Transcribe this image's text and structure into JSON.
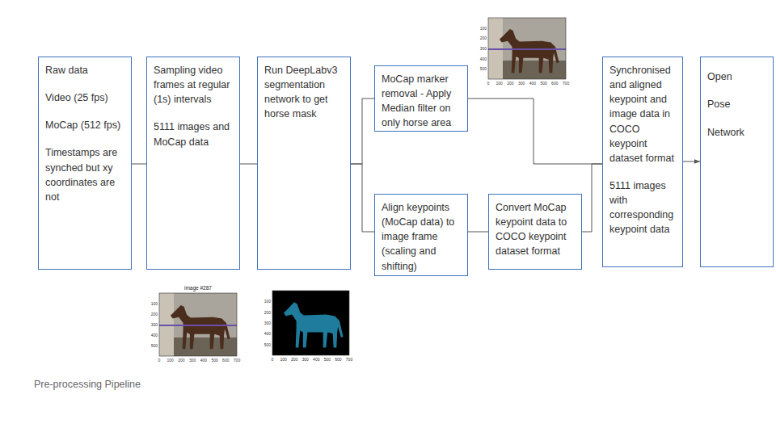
{
  "diagram": {
    "caption": "Pre-processing Pipeline",
    "nodes": [
      {
        "text": [
          "Raw data",
          "Video (25 fps)",
          "MoCap (512 fps)",
          "Timestamps are synched but xy coordinates are not"
        ]
      },
      {
        "text": [
          "Sampling video frames at regular (1s) intervals",
          "5111 images and MoCap data"
        ]
      },
      {
        "text": [
          "Run DeepLabv3 segmentation network to get horse mask"
        ]
      },
      {
        "text": [
          "MoCap marker removal - Apply Median filter on only horse area"
        ]
      },
      {
        "text": [
          "Align keypoints (MoCap data) to image frame (scaling and shifting)"
        ]
      },
      {
        "text": [
          "Convert MoCap keypoint data to COCO keypoint dataset format"
        ]
      },
      {
        "text": [
          "Synchronised and aligned keypoint and image data in COCO keypoint dataset format",
          "5111 images with corresponding keypoint data"
        ]
      },
      {
        "text": [
          "Open Pose Network"
        ]
      }
    ],
    "edges": [
      {
        "from": 0,
        "to": 1,
        "arrow": "none"
      },
      {
        "from": 1,
        "to": 2,
        "arrow": "none"
      },
      {
        "from": 2,
        "to": 3,
        "arrow": "none"
      },
      {
        "from": 2,
        "to": 4,
        "arrow": "none"
      },
      {
        "from": 3,
        "to": 6,
        "arrow": "none"
      },
      {
        "from": 4,
        "to": 5,
        "arrow": "none"
      },
      {
        "from": 5,
        "to": 6,
        "arrow": "none"
      },
      {
        "from": 6,
        "to": 7,
        "arrow": "to"
      }
    ],
    "labels": [
      "100",
      "200",
      "300",
      "400",
      "500",
      "0",
      "100",
      "200",
      "300",
      "400",
      "500",
      "600",
      "700",
      "image #287",
      "100",
      "200",
      "300",
      "400",
      "500",
      "0",
      "100",
      "200",
      "300",
      "400",
      "500",
      "600",
      "700",
      "100",
      "200",
      "300",
      "400",
      "500",
      "0",
      "100",
      "200",
      "300",
      "400",
      "500",
      "600",
      "700"
    ]
  }
}
